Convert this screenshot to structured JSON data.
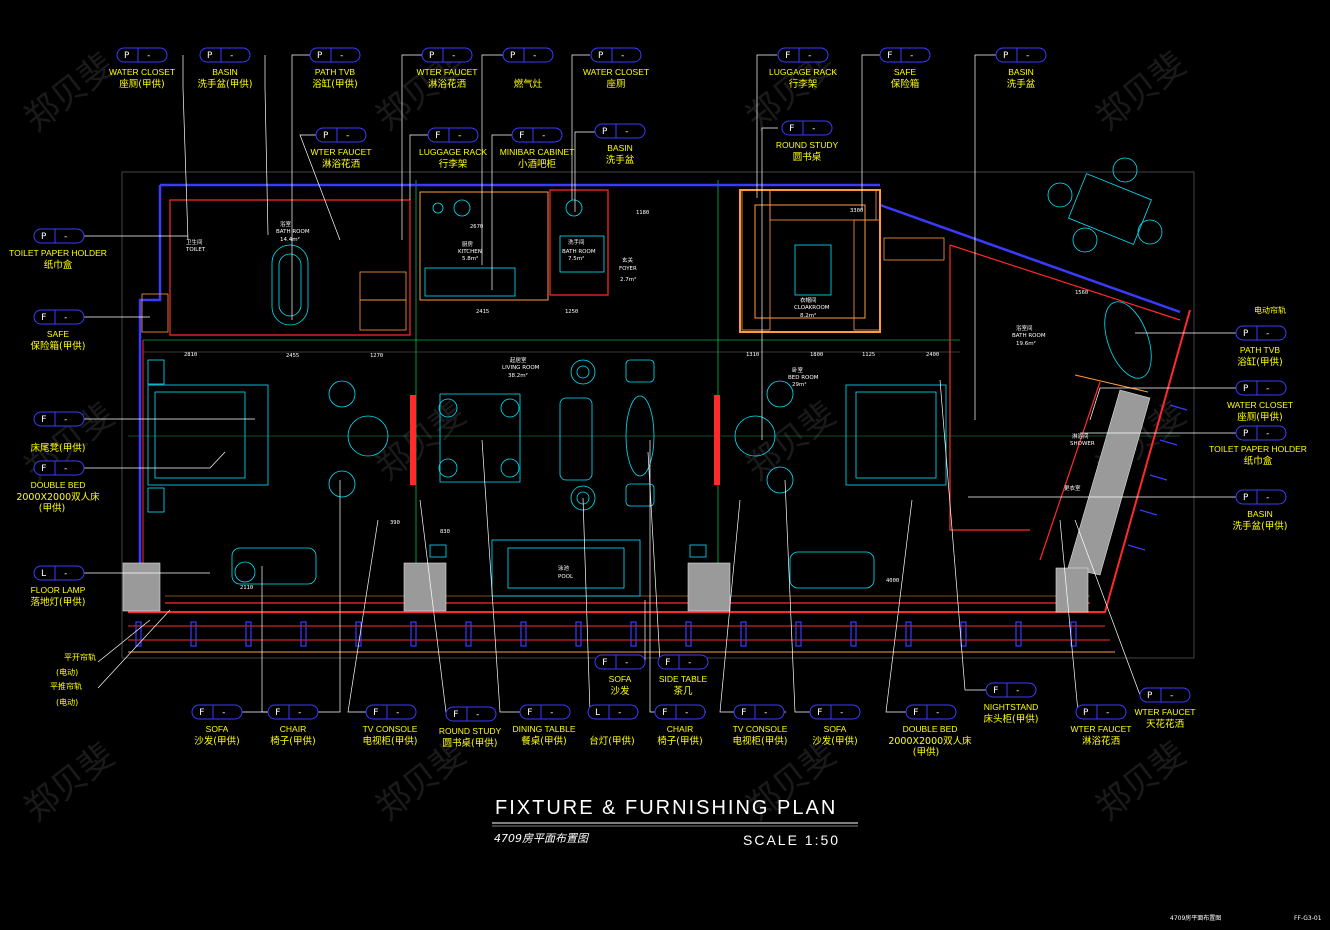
{
  "title": {
    "en": "FIXTURE & FURNISHING PLAN",
    "cn": "4709房平面布置图",
    "scale": "SCALE 1:50"
  },
  "sheet": {
    "drawing_name": "4709房平面布置图",
    "sheet_no": "FF-G3-01"
  },
  "watermark": "郑贝斐",
  "colors": {
    "background": "#000000",
    "tag_outline": "#3b3bff",
    "leader": "#ffffff",
    "label": "#ffff00",
    "wall_outer": "#ff2a2a",
    "wall_inner": "#2f2fff",
    "furniture": "#00e5ff",
    "grid": "#00ff66",
    "joinery": "#ff9a3c",
    "column": "#9a9a9a"
  },
  "rooms": [
    {
      "name": "浴室",
      "sub": "BATH ROOM",
      "area": "14.4m²"
    },
    {
      "name": "厨房",
      "sub": "KITCHEN",
      "area": "5.8m²"
    },
    {
      "name": "洗手间",
      "sub": "BATH ROOM",
      "area": "7.5m²"
    },
    {
      "name": "玄关",
      "sub": "FOYER",
      "area": "2.7m²"
    },
    {
      "name": "起居室",
      "sub": "LIVING ROOM",
      "area": "38.2m²"
    },
    {
      "name": "衣帽间",
      "sub": "CLOAKROOM",
      "area": "8.2m²"
    },
    {
      "name": "卧室",
      "sub": "BED ROOM",
      "area": "29m²"
    },
    {
      "name": "浴室间",
      "sub": "BATH ROOM",
      "area": "19.6m²"
    },
    {
      "name": "淋浴间",
      "sub": "SHOWER",
      "area": ""
    },
    {
      "name": "更衣室",
      "sub": "",
      "area": ""
    },
    {
      "name": "泳池",
      "sub": "POOL",
      "area": ""
    },
    {
      "name": "卫生间",
      "sub": "TOILET",
      "area": ""
    }
  ],
  "dimensions": [
    "2670",
    "1250",
    "2415",
    "2455",
    "2810",
    "1270",
    "1180",
    "1310",
    "1800",
    "1125",
    "2400",
    "2110",
    "1560",
    "4000",
    "3300",
    "390",
    "830"
  ],
  "top_tags": [
    {
      "code": "P",
      "num": "-",
      "en": "WATER CLOSET",
      "cn": "座厕(甲供)"
    },
    {
      "code": "P",
      "num": "-",
      "en": "BASIN",
      "cn": "洗手盆(甲供)"
    },
    {
      "code": "P",
      "num": "-",
      "en": "PATH TVB",
      "cn": "浴缸(甲供)"
    },
    {
      "code": "P",
      "num": "-",
      "en": "WTER FAUCET",
      "cn": "淋浴花洒"
    },
    {
      "code": "P",
      "num": "-",
      "en": "",
      "cn": "燃气灶"
    },
    {
      "code": "P",
      "num": "-",
      "en": "WATER CLOSET",
      "cn": "座厕"
    },
    {
      "code": "F",
      "num": "-",
      "en": "LUGGAGE RACK",
      "cn": "行李架"
    },
    {
      "code": "F",
      "num": "-",
      "en": "SAFE",
      "cn": "保险箱"
    },
    {
      "code": "P",
      "num": "-",
      "en": "BASIN",
      "cn": "洗手盆"
    }
  ],
  "upper_tags": [
    {
      "code": "P",
      "num": "-",
      "en": "WTER FAUCET",
      "cn": "淋浴花洒"
    },
    {
      "code": "F",
      "num": "-",
      "en": "LUGGAGE RACK",
      "cn": "行李架"
    },
    {
      "code": "F",
      "num": "-",
      "en": "MINIBAR CABINET",
      "cn": "小酒吧柜"
    },
    {
      "code": "P",
      "num": "-",
      "en": "BASIN",
      "cn": "洗手盆"
    },
    {
      "code": "F",
      "num": "-",
      "en": "ROUND STUDY",
      "cn": "圆书桌"
    }
  ],
  "left_tags": [
    {
      "code": "P",
      "num": "-",
      "en": "TOILET PAPER HOLDER",
      "cn": "纸巾盒",
      "extra": ""
    },
    {
      "code": "F",
      "num": "-",
      "en": "SAFE",
      "cn": "保险箱(甲供)",
      "extra": ""
    },
    {
      "code": "F",
      "num": "-",
      "en": "",
      "cn": "床尾凳(甲供)",
      "extra": ""
    },
    {
      "code": "F",
      "num": "-",
      "en": "DOUBLE BED",
      "cn": "2000X2000双人床",
      "extra": "(甲供)"
    },
    {
      "code": "L",
      "num": "-",
      "en": "FLOOR LAMP",
      "cn": "落地灯(甲供)",
      "extra": ""
    }
  ],
  "left_notes": [
    "平开帘轨",
    "(电动)",
    "平推帘轨",
    "(电动)"
  ],
  "right_tags": [
    {
      "code": "P",
      "num": "-",
      "en": "PATH TVB",
      "cn": "浴缸(甲供)"
    },
    {
      "code": "P",
      "num": "-",
      "en": "WATER CLOSET",
      "cn": "座厕(甲供)"
    },
    {
      "code": "P",
      "num": "-",
      "en": "TOILET PAPER HOLDER",
      "cn": "纸巾盒"
    },
    {
      "code": "P",
      "num": "-",
      "en": "BASIN",
      "cn": "洗手盆(甲供)"
    }
  ],
  "right_note": "电动帘轨",
  "middle_tags": [
    {
      "code": "F",
      "num": "-",
      "en": "SOFA",
      "cn": "沙发"
    },
    {
      "code": "F",
      "num": "-",
      "en": "SIDE TABLE",
      "cn": "茶几"
    }
  ],
  "bottom_tags": [
    {
      "code": "F",
      "num": "-",
      "en": "SOFA",
      "cn": "沙发(甲供)"
    },
    {
      "code": "F",
      "num": "-",
      "en": "CHAIR",
      "cn": "椅子(甲供)"
    },
    {
      "code": "F",
      "num": "-",
      "en": "TV CONSOLE",
      "cn": "电视柜(甲供)"
    },
    {
      "code": "F",
      "num": "-",
      "en": "ROUND STUDY",
      "cn": "圆书桌(甲供)"
    },
    {
      "code": "F",
      "num": "-",
      "en": "DINING TALBLE",
      "cn": "餐桌(甲供)"
    },
    {
      "code": "L",
      "num": "-",
      "en": "",
      "cn": "台灯(甲供)"
    },
    {
      "code": "F",
      "num": "-",
      "en": "CHAIR",
      "cn": "椅子(甲供)"
    },
    {
      "code": "F",
      "num": "-",
      "en": "TV CONSOLE",
      "cn": "电视柜(甲供)"
    },
    {
      "code": "F",
      "num": "-",
      "en": "SOFA",
      "cn": "沙发(甲供)"
    },
    {
      "code": "F",
      "num": "-",
      "en": "DOUBLE BED",
      "cn": "2000X2000双人床",
      "extra": "(甲供)"
    },
    {
      "code": "F",
      "num": "-",
      "en": "NIGHTSTAND",
      "cn": "床头柜(甲供)"
    },
    {
      "code": "P",
      "num": "-",
      "en": "WTER FAUCET",
      "cn": "淋浴花洒"
    },
    {
      "code": "P",
      "num": "-",
      "en": "WTER FAUCET",
      "cn": "天花花洒"
    }
  ]
}
